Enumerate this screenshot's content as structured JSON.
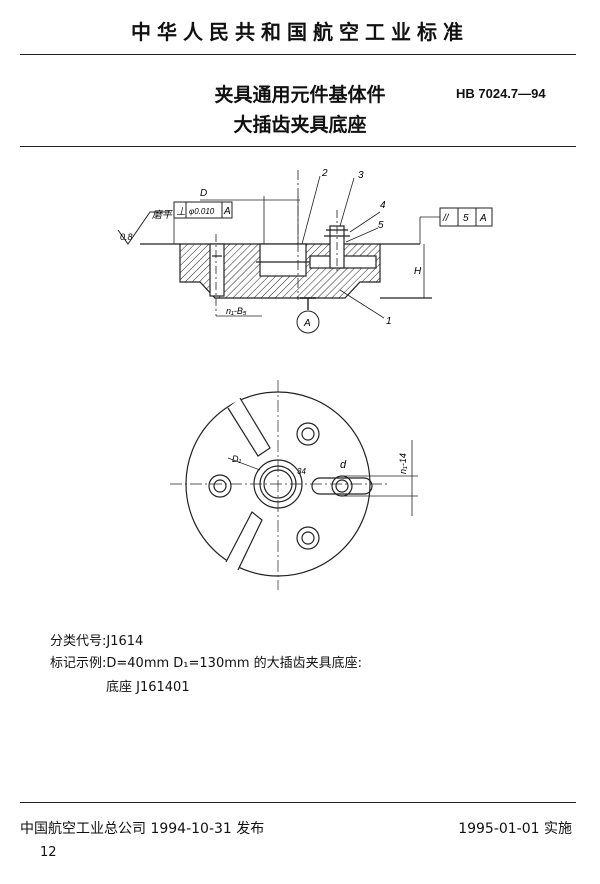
{
  "header": {
    "standard_title": "中华人民共和国航空工业标准",
    "title_line1": "夹具通用元件基体件",
    "title_line2": "大插齿夹具底座",
    "code": "HB 7024.7—94"
  },
  "drawing": {
    "surface_finish": "0.8",
    "surface_note": "磨平",
    "tol_symbol": "⊥",
    "tol_value": "φ0.010",
    "tol_datum": "A",
    "dim_D": "D",
    "parallel_symbol": "//",
    "parallel_value": "5",
    "parallel_datum": "A",
    "part_2": "2",
    "part_3": "3",
    "part_4": "4",
    "part_5": "5",
    "part_1": "1",
    "dim_H": "H",
    "dim_bottom": "n₁-B₅",
    "datum_A": "A",
    "label_d": "d",
    "label_D1": "D₁",
    "label_n14": "n₁-14",
    "label_34": "34"
  },
  "meta": {
    "classification": "分类代号:J1614",
    "example": "标记示例:D=40mm   D₁=130mm 的大插齿夹具底座:",
    "example_code": "底座   J161401"
  },
  "footer": {
    "publisher": "中国航空工业总公司 1994-10-31 发布",
    "effective": "1995-01-01 实施",
    "page": "12"
  }
}
